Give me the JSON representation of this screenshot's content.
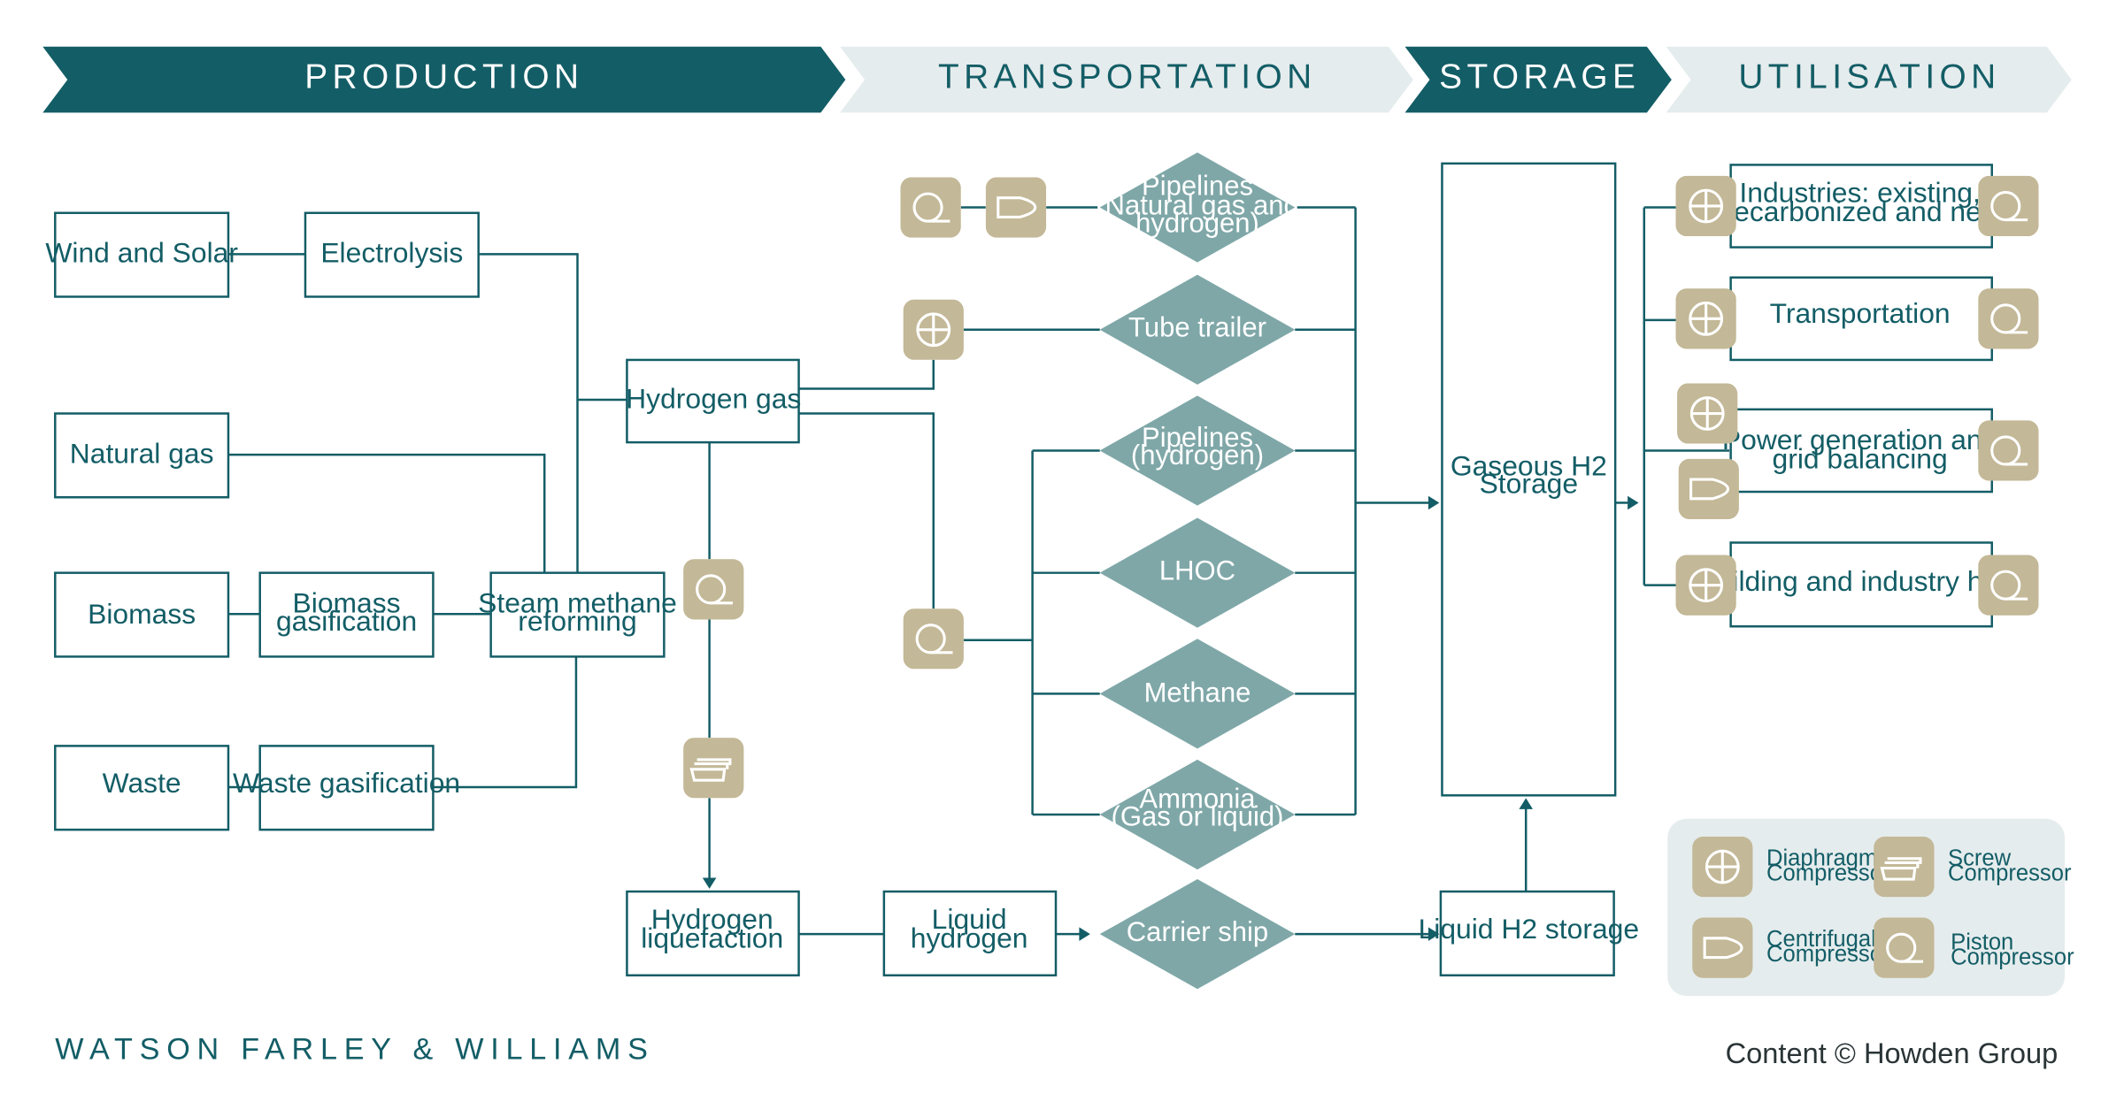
{
  "header": {
    "stages": [
      {
        "label": "PRODUCTION"
      },
      {
        "label": "TRANSPORTATION"
      },
      {
        "label": "STORAGE"
      },
      {
        "label": "UTILISATION"
      }
    ]
  },
  "production": {
    "wind_solar": "Wind and Solar",
    "electrolysis": "Electrolysis",
    "natural_gas": "Natural gas",
    "biomass": "Biomass",
    "biomass_gasification": [
      "Biomass",
      "gasification"
    ],
    "steam_methane_reforming": [
      "Steam methane",
      "reforming"
    ],
    "waste": "Waste",
    "waste_gasification": "Waste gasification",
    "hydrogen_gas": "Hydrogen gas",
    "hydrogen_liquefaction": [
      "Hydrogen",
      "liquefaction"
    ],
    "liquid_hydrogen": [
      "Liquid",
      "hydrogen"
    ]
  },
  "transportation": {
    "pipelines_mixed": [
      "Pipelines",
      "(Natural gas and",
      "hydrogen)"
    ],
    "tube_trailer": "Tube trailer",
    "pipelines_hydrogen": [
      "Pipelines",
      "(hydrogen)"
    ],
    "lhoc": "LHOC",
    "methane": "Methane",
    "ammonia": [
      "Ammonia",
      "(Gas or liquid)"
    ],
    "carrier_ship": "Carrier ship"
  },
  "storage": {
    "gaseous": [
      "Gaseous H2",
      "Storage"
    ],
    "liquid": "Liquid H2 storage"
  },
  "utilisation": {
    "industries": [
      "Industries: existing,",
      "decarbonized and new"
    ],
    "transportation": "Transportation",
    "power_generation": [
      "Power generation and",
      "grid balancing"
    ],
    "building_heat": "Building and industry heat"
  },
  "legend": {
    "diaphragm": [
      "Diaphragm",
      "Compressor"
    ],
    "screw": [
      "Screw",
      "Compressor"
    ],
    "centrifugal": [
      "Centrifugal",
      "Compressor"
    ],
    "piston": [
      "Piston",
      "Compressor"
    ]
  },
  "icons": {
    "diaphragm": "diaphragm-compressor-icon",
    "screw": "screw-compressor-icon",
    "centrifugal": "centrifugal-compressor-icon",
    "piston": "piston-compressor-icon"
  },
  "colors": {
    "dark_teal": "#135d66",
    "light_grey": "#e5eced",
    "diamond_teal": "#7fa7a8",
    "compressor_tan": "#c3b897"
  },
  "footer": {
    "brand": "WATSON FARLEY & WILLIAMS",
    "credit": "Content © Howden Group"
  }
}
